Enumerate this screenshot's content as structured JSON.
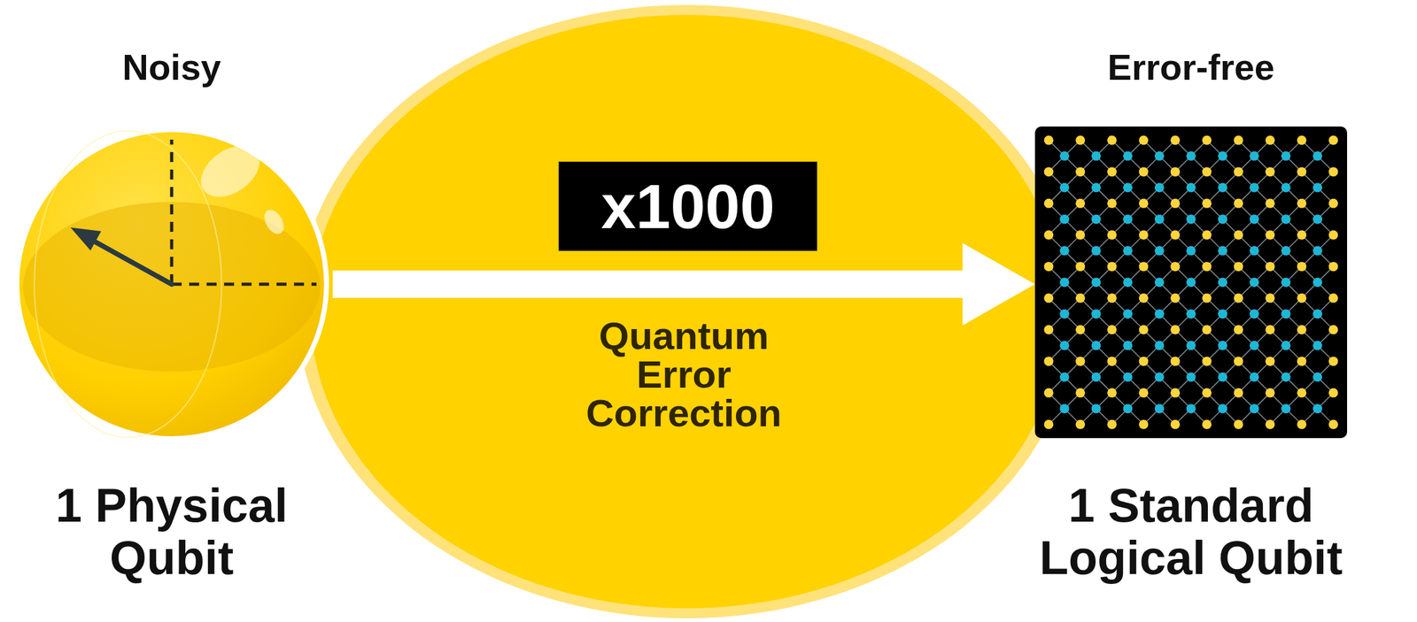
{
  "diagram": {
    "nodes": [
      {
        "text": [
          "Noisy",
          "1 Physical Qubit"
        ]
      },
      {
        "text": [
          "Error-free",
          "1 Standard Logical Qubit"
        ]
      }
    ],
    "edges": [
      {
        "from": 0,
        "to": 1,
        "arrow": "to",
        "label": "Quantum Error Correction"
      }
    ],
    "labels": [
      "x1000"
    ]
  }
}
